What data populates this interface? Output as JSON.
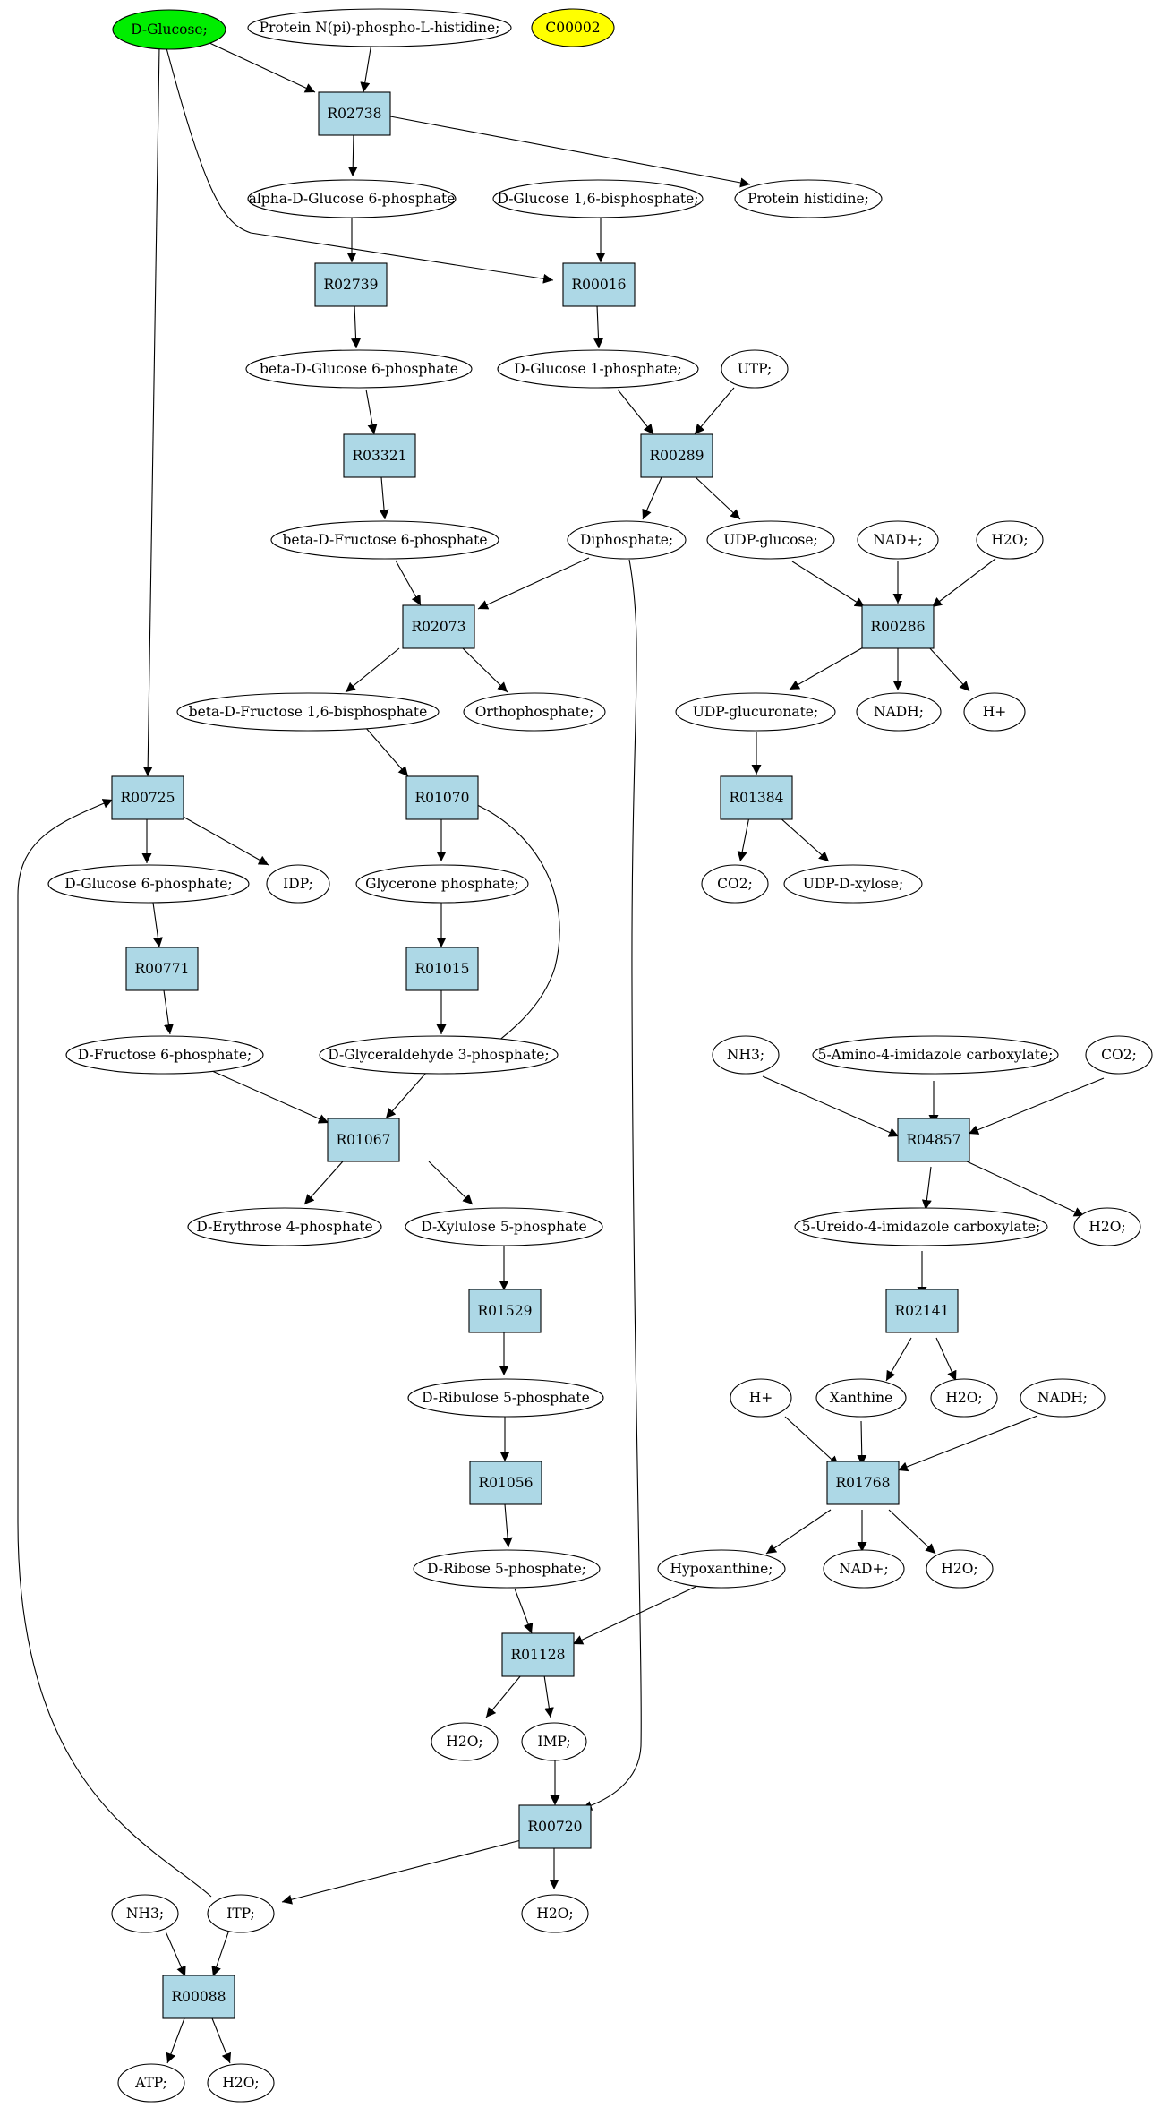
{
  "palette": {
    "reaction_fill": "#add8e6",
    "highlight_start": "#00ee00",
    "highlight_target": "#ffff00",
    "compound_fill": "#ffffff",
    "stroke": "#000000"
  },
  "compounds": {
    "D-Glucose": "D-Glucose;",
    "C00002": "C00002",
    "ProtNphosphoHis": "Protein N(pi)-phospho-L-histidine;",
    "aGlc6P": "alpha-D-Glucose 6-phosphate",
    "Glc16BP": "D-Glucose 1,6-bisphosphate;",
    "ProtHis": "Protein histidine;",
    "bGlc6P": "beta-D-Glucose 6-phosphate",
    "Glc1P": "D-Glucose 1-phosphate;",
    "UTP": "UTP;",
    "bFru6P": "beta-D-Fructose 6-phosphate",
    "Diphosphate": "Diphosphate;",
    "UDPglucose": "UDP-glucose;",
    "NADp1": "NAD+;",
    "H2O_a": "H2O;",
    "bFru16BP": "beta-D-Fructose 1,6-bisphosphate",
    "Orthophosphate": "Orthophosphate;",
    "UDPglucuronate": "UDP-glucuronate;",
    "NADH1": "NADH;",
    "Hp1": "H+",
    "Glc6P": "D-Glucose 6-phosphate;",
    "IDP": "IDP;",
    "DHAP": "Glycerone phosphate;",
    "CO2a": "CO2;",
    "UDPxylose": "UDP-D-xylose;",
    "Fru6P": "D-Fructose 6-phosphate;",
    "GAP": "D-Glyceraldehyde 3-phosphate;",
    "NH3a": "NH3;",
    "AIC": "5-Amino-4-imidazole carboxylate;",
    "CO2b": "CO2;",
    "E4P": "D-Erythrose 4-phosphate",
    "Xu5P": "D-Xylulose 5-phosphate",
    "UIC": "5-Ureido-4-imidazole carboxylate;",
    "H2O_b": "H2O;",
    "Ru5P": "D-Ribulose 5-phosphate",
    "Hp2": "H+",
    "Xanthine": "Xanthine",
    "H2O_c": "H2O;",
    "NADH2": "NADH;",
    "R5P": "D-Ribose 5-phosphate;",
    "Hypoxanthine": "Hypoxanthine;",
    "NADp2": "NAD+;",
    "H2O_d": "H2O;",
    "H2O_e": "H2O;",
    "IMP": "IMP;",
    "NH3b": "NH3;",
    "ITP": "ITP;",
    "H2O_f": "H2O;",
    "ATP": "ATP;",
    "H2O_g": "H2O;"
  },
  "reactions": {
    "R02738": "R02738",
    "R02739": "R02739",
    "R00016": "R00016",
    "R03321": "R03321",
    "R00289": "R00289",
    "R02073": "R02073",
    "R00286": "R00286",
    "R00725": "R00725",
    "R01070": "R01070",
    "R01384": "R01384",
    "R00771": "R00771",
    "R01015": "R01015",
    "R01067": "R01067",
    "R04857": "R04857",
    "R01529": "R01529",
    "R02141": "R02141",
    "R01056": "R01056",
    "R01768": "R01768",
    "R01128": "R01128",
    "R00720": "R00720",
    "R00088": "R00088"
  }
}
